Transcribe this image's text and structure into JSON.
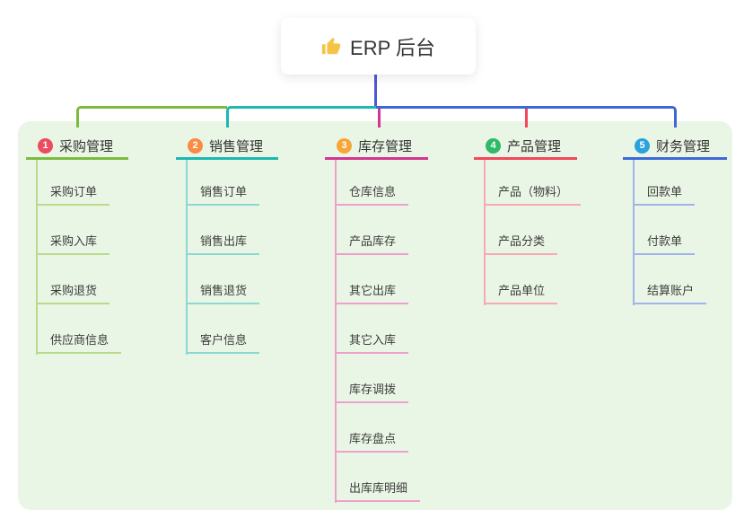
{
  "root": {
    "label": "ERP 后台",
    "icon": "thumbs-up-icon",
    "icon_color": "#f6c445"
  },
  "panel": {
    "background": "#eaf6e5"
  },
  "connectors": {
    "stem_color": "#5456d3"
  },
  "branches": [
    {
      "index": "1",
      "label": "采购管理",
      "line_color": "#7cbb3f",
      "child_line_color": "#b8da8c",
      "badge_color": "#ec4b61",
      "children": [
        "采购订单",
        "采购入库",
        "采购退货",
        "供应商信息"
      ]
    },
    {
      "index": "2",
      "label": "销售管理",
      "line_color": "#1db8b1",
      "child_line_color": "#8bd8d3",
      "badge_color": "#f98b45",
      "children": [
        "销售订单",
        "销售出库",
        "销售退货",
        "客户信息"
      ]
    },
    {
      "index": "3",
      "label": "库存管理",
      "line_color": "#d43590",
      "child_line_color": "#eda0cc",
      "badge_color": "#f5a637",
      "children": [
        "仓库信息",
        "产品库存",
        "其它出库",
        "其它入库",
        "库存调拨",
        "库存盘点",
        "出库库明细"
      ]
    },
    {
      "index": "4",
      "label": "产品管理",
      "line_color": "#f2485c",
      "child_line_color": "#f7a8b2",
      "badge_color": "#2fb969",
      "children": [
        "产品（物料）",
        "产品分类",
        "产品单位"
      ]
    },
    {
      "index": "5",
      "label": "财务管理",
      "line_color": "#3e68d8",
      "child_line_color": "#a0b4ea",
      "badge_color": "#2aa2de",
      "children": [
        "回款单",
        "付款单",
        "结算账户"
      ]
    }
  ]
}
